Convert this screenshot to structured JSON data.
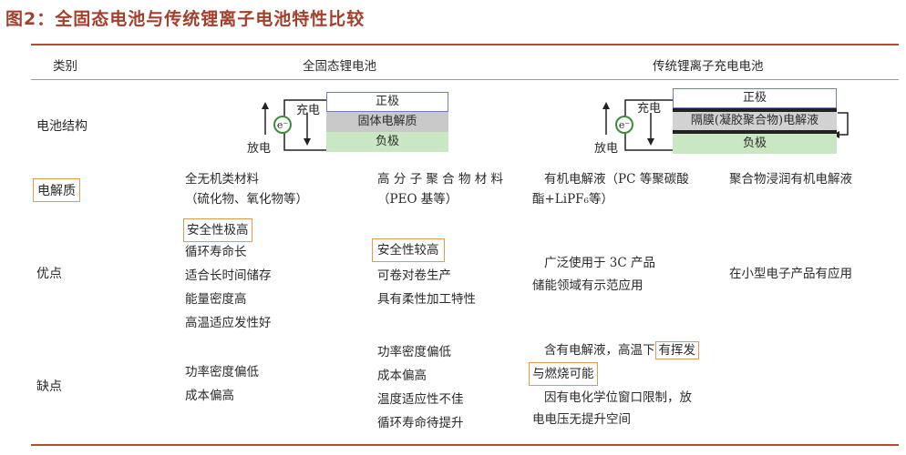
{
  "title": "图2：全固态电池与传统锂离子电池特性比较",
  "headers": {
    "category": "类别",
    "solid_state": "全固态锂电池",
    "traditional": "传统锂离子充电电池"
  },
  "rows": {
    "structure_label": "电池结构",
    "electrolyte_label": "电解质",
    "advantage_label": "优点",
    "disadvantage_label": "缺点"
  },
  "diagram": {
    "charge": "充电",
    "discharge": "放电",
    "electron": "e⁻",
    "positive": "正极",
    "solid_electrolyte": "固体电解质",
    "negative": "负极",
    "separator": "隔膜(凝胶聚合物)电解液"
  },
  "electrolyte": {
    "inorganic_1": "全无机类材料",
    "inorganic_2": "（硫化物、氧化物等）",
    "polymer_1": "高 分 子 聚 合 物 材 料",
    "polymer_2": "（PEO 基等）",
    "organic_1": "有机电解液（PC 等聚碳酸",
    "organic_2": "酯+LiPF₆等）",
    "polymer_gel": "聚合物浸润有机电解液"
  },
  "advantages": {
    "inorganic": [
      "安全性极高",
      "循环寿命长",
      "适合长时间储存",
      "能量密度高",
      "高温适应发性好"
    ],
    "polymer": [
      "安全性较高",
      "可卷对卷生产",
      "具有柔性加工特性"
    ],
    "organic": [
      "广泛使用于 3C 产品",
      "储能领域有示范应用"
    ],
    "polymer_gel": "在小型电子产品有应用"
  },
  "disadvantages": {
    "inorganic": [
      "功率密度偏低",
      "成本偏高"
    ],
    "polymer": [
      "功率密度偏低",
      "成本偏高",
      "温度适应性不佳",
      "循环寿命待提升"
    ],
    "organic_1": "含有电解液，高温下",
    "organic_1_hl": "有挥发",
    "organic_2_hl": "与燃烧可能",
    "organic_3": "因有电化学位窗口限制，放",
    "organic_4": "电电压无提升空间"
  }
}
